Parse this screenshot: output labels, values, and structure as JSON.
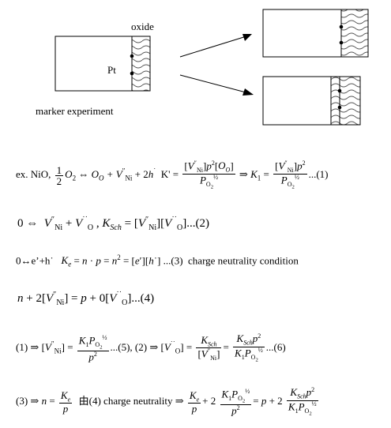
{
  "figure": {
    "oxide_label": "oxide",
    "pt_label": "Pt",
    "caption": "marker experiment"
  },
  "equations": {
    "eq1_prefix": "ex. NiO,",
    "eq1_tag": "...(1)",
    "eq1_K": "K' =",
    "eq1_K1": "K",
    "eq2_tag": "...(2)",
    "eq2_Ksch": "K",
    "eq3_lhs": "0↔e’+h˙",
    "eq3_tag": "...(3)",
    "eq3_note": "charge neutrality condition",
    "eq4_tag": "...(4)",
    "eq5_prefix": "(1) ⇒",
    "eq5_tag": "...(5), (2) ⇒",
    "eq6_tag": "...(6)",
    "eq7_prefix": "(3) ⇒",
    "eq7_mid": "由(4) charge neutrality ⇒"
  }
}
